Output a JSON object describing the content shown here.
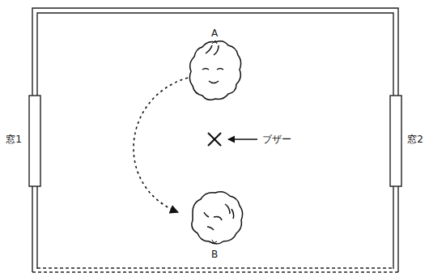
{
  "diagram": {
    "labels": [
      "窓1",
      "窓2",
      "A",
      "B",
      "ブザー"
    ]
  }
}
